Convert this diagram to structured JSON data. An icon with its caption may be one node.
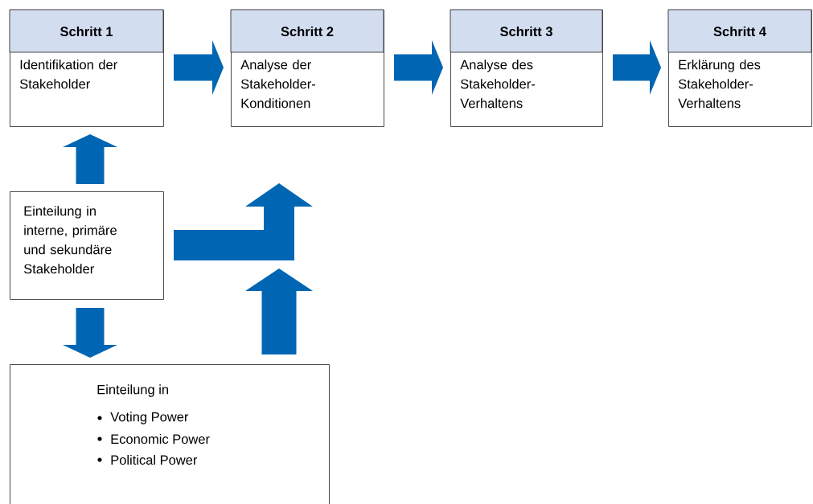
{
  "diagram": {
    "nodes": [
      {
        "text": [
          "Schritt 1",
          "Identifikation der Stakeholder"
        ]
      },
      {
        "text": [
          "Schritt 2",
          "Analyse der Stakeholder-Konditionen"
        ]
      },
      {
        "text": [
          "Schritt 3",
          "Analyse des Stakeholder-Verhaltens"
        ]
      },
      {
        "text": [
          "Schritt 4",
          "Erklärung des Stakeholder-Verhaltens"
        ]
      },
      {
        "text": [
          "Einteilung in interne, primäre und sekundäre Stakeholder"
        ]
      },
      {
        "text": [
          "Einteilung in",
          "Voting Power",
          "Economic Power",
          "Political Power"
        ]
      }
    ],
    "edges": [
      {
        "from": 0,
        "to": 1,
        "arrow": "to"
      },
      {
        "from": 1,
        "to": 2,
        "arrow": "to"
      },
      {
        "from": 2,
        "to": 3,
        "arrow": "to"
      },
      {
        "from": 4,
        "to": 0,
        "arrow": "to"
      },
      {
        "from": 4,
        "to": 1,
        "arrow": "to"
      },
      {
        "from": 4,
        "to": 5,
        "arrow": "to"
      },
      {
        "from": 5,
        "to": null,
        "arrow": "to"
      }
    ]
  }
}
